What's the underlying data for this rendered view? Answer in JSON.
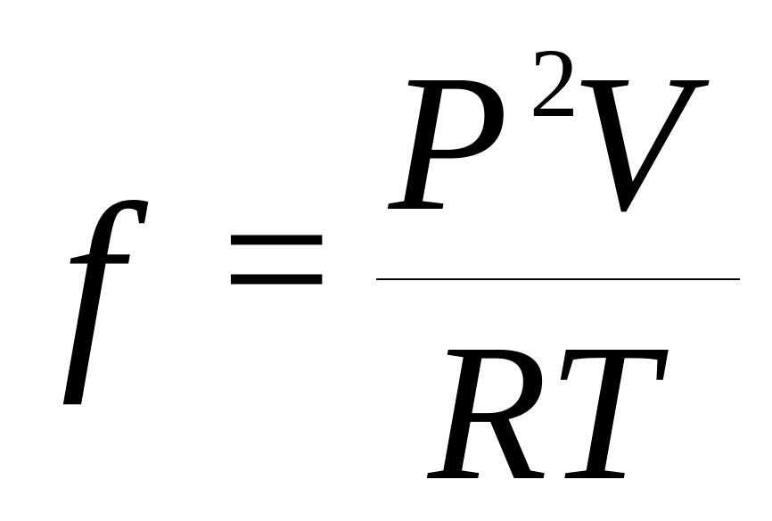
{
  "equation": {
    "lhs": "f",
    "relation": "=",
    "numerator": {
      "base": "P",
      "exponent": "2",
      "variable": "V"
    },
    "denominator": "RT"
  },
  "colors": {
    "text": "#000000",
    "background": "#ffffff"
  }
}
